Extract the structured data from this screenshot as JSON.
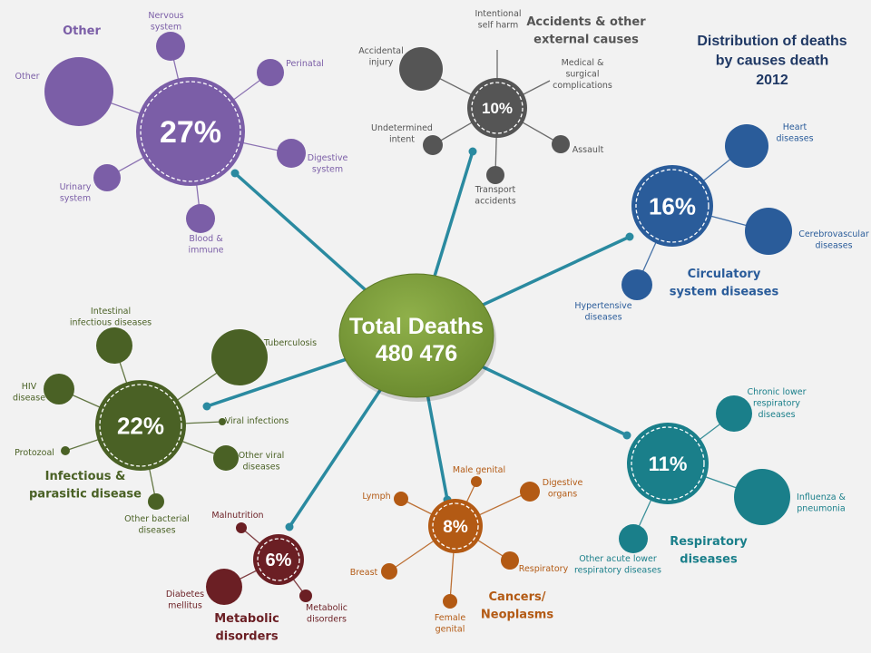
{
  "title": [
    "Distribution of deaths",
    "by causes death",
    "2012"
  ],
  "colors": {
    "title": "#1f3864",
    "connector": "#2a8aa0",
    "center": "#7a9a3a"
  },
  "center": {
    "label": "Total Deaths",
    "value": "480 476"
  },
  "groups": [
    {
      "id": "other",
      "title": [
        "Other"
      ],
      "percent": "27%",
      "color": "#7b5ea7",
      "items": [
        [
          "Nervous",
          "system"
        ],
        [
          "Perinatal"
        ],
        [
          "Digestive",
          "system"
        ],
        [
          "Blood &",
          "immune"
        ],
        [
          "Urinary",
          "system"
        ],
        [
          "Other"
        ]
      ]
    },
    {
      "id": "accidents",
      "title": [
        "Accidents & other",
        "external causes"
      ],
      "percent": "10%",
      "color": "#555555",
      "items": [
        [
          "Intentional",
          "self harm"
        ],
        [
          "Accidental",
          "injury"
        ],
        [
          "Medical &",
          "surgical",
          "complications"
        ],
        [
          "Undetermined",
          "intent"
        ],
        [
          "Assault"
        ],
        [
          "Transport",
          "accidents"
        ]
      ]
    },
    {
      "id": "circulatory",
      "title": [
        "Circulatory",
        "system diseases"
      ],
      "percent": "16%",
      "color": "#2a5c9a",
      "items": [
        [
          "Heart",
          "diseases"
        ],
        [
          "Cerebrovascular",
          "diseases"
        ],
        [
          "Hypertensive",
          "diseases"
        ]
      ]
    },
    {
      "id": "respiratory",
      "title": [
        "Respiratory",
        "diseases"
      ],
      "percent": "11%",
      "color": "#1a7f8a",
      "items": [
        [
          "Chronic lower",
          "respiratory",
          "diseases"
        ],
        [
          "Influenza &",
          "pneumonia"
        ],
        [
          "Other acute lower",
          "respiratory diseases"
        ]
      ]
    },
    {
      "id": "cancers",
      "title": [
        "Cancers/",
        "Neoplasms"
      ],
      "percent": "8%",
      "color": "#b35a14",
      "items": [
        [
          "Male genital"
        ],
        [
          "Digestive",
          "organs"
        ],
        [
          "Lymph"
        ],
        [
          "Respiratory"
        ],
        [
          "Breast"
        ],
        [
          "Female",
          "genital"
        ]
      ]
    },
    {
      "id": "metabolic",
      "title": [
        "Metabolic",
        "disorders"
      ],
      "percent": "6%",
      "color": "#6b1f24",
      "items": [
        [
          "Malnutrition"
        ],
        [
          "Diabetes",
          "mellitus"
        ],
        [
          "Metabolic",
          "disorders"
        ]
      ]
    },
    {
      "id": "infectious",
      "title": [
        "Infectious &",
        "parasitic disease"
      ],
      "percent": "22%",
      "color": "#4a6125",
      "items": [
        [
          "Intestinal",
          "infectious diseases"
        ],
        [
          "Tuberculosis"
        ],
        [
          "HIV",
          "disease"
        ],
        [
          "Viral infections"
        ],
        [
          "Protozoal"
        ],
        [
          "Other viral",
          "diseases"
        ],
        [
          "Other bacterial",
          "diseases"
        ]
      ]
    }
  ]
}
